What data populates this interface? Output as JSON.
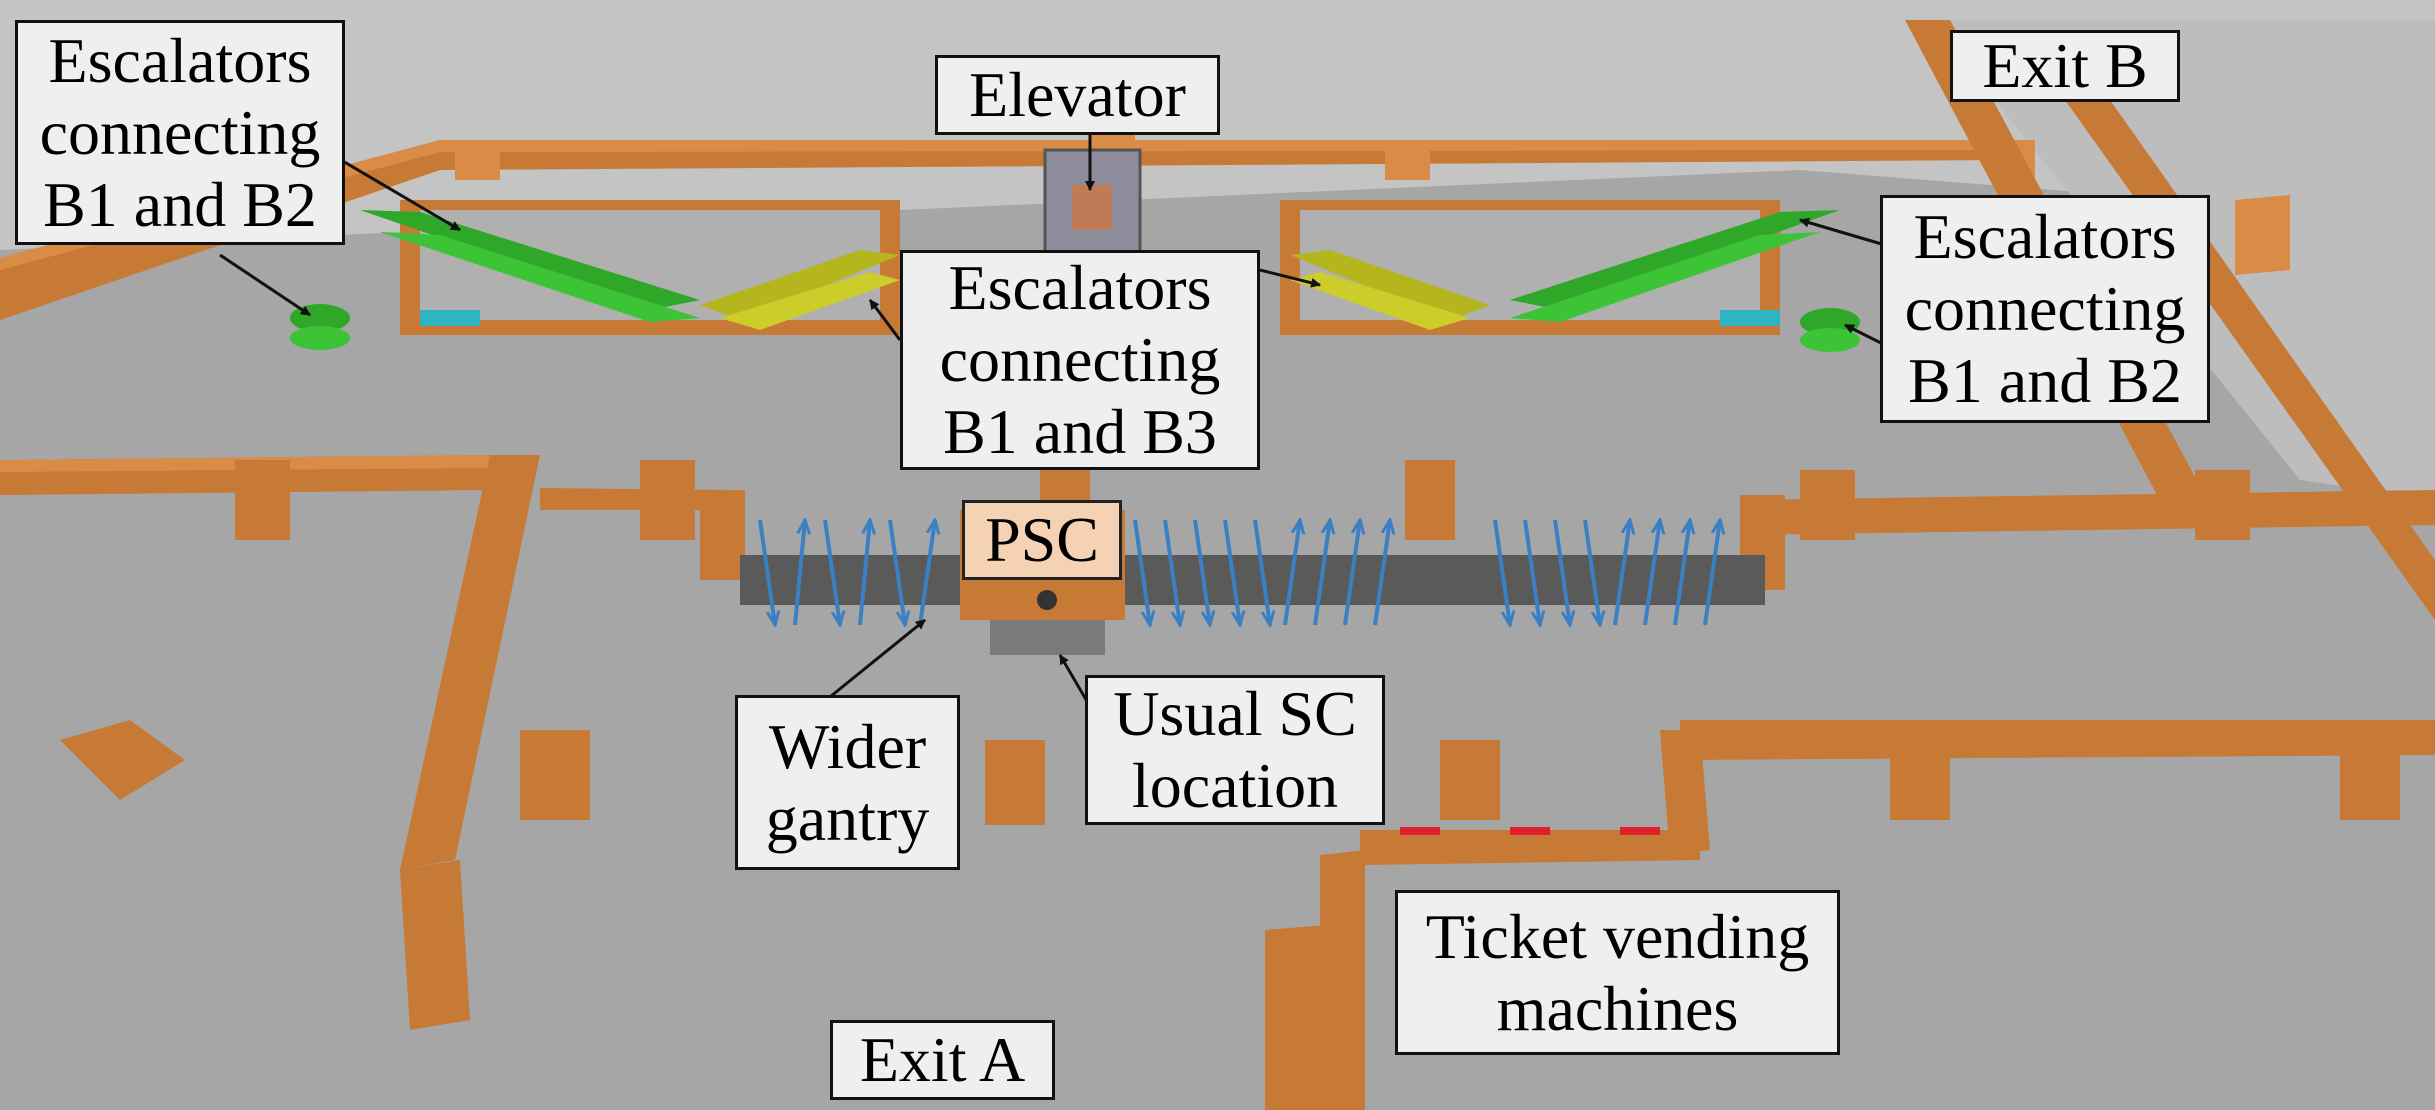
{
  "labels": {
    "escalators_b1_b2_left": "Escalators\nconnecting\nB1 and B2",
    "elevator": "Elevator",
    "exit_b": "Exit B",
    "escalators_b1_b3": "Escalators\nconnecting\nB1 and B3",
    "escalators_b1_b2_right": "Escalators\nconnecting\nB1 and B2",
    "psc": "PSC",
    "wider_gantry": "Wider\ngantry",
    "usual_sc_location": "Usual SC\nlocation",
    "ticket_vending_machines": "Ticket vending\nmachines",
    "exit_a": "Exit A"
  },
  "colors": {
    "floor": "#a6a6a6",
    "upper_floor": "#c4c4c4",
    "wall": "#c77a36",
    "wall_top": "#d98c46",
    "wall_shadow": "#9e5a22",
    "escalator_b1_b2": "#2fa82a",
    "escalator_b1_b3": "#b5b51e",
    "gate_arrow": "#3b7fc4",
    "gate": "#5a5a5a",
    "tvm": "#e0202a"
  },
  "icons": [
    "arrow-pointer-icon",
    "person-icon"
  ]
}
